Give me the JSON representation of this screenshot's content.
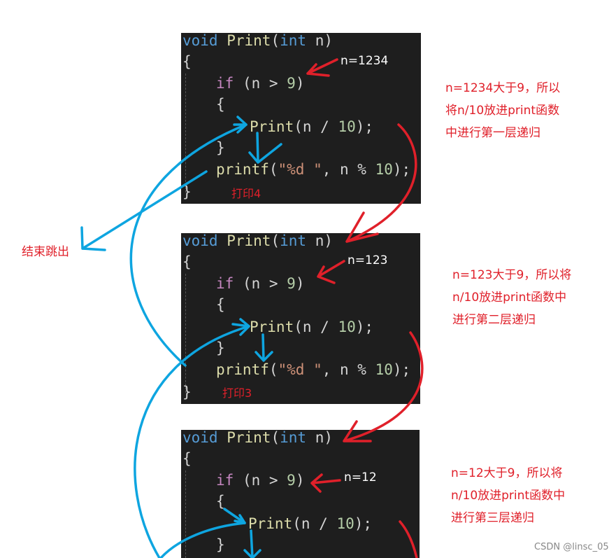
{
  "code": {
    "sig_type": "void",
    "sig_name": "Print",
    "sig_paren_open": "(",
    "sig_param_type": "int",
    "sig_param": " n)",
    "brace_open": "{",
    "if_kw": "if",
    "if_cond": " (n > ",
    "if_num": "9",
    "if_close": ")",
    "inner_open": "{",
    "call_name": "Print",
    "call_args": "(n / ",
    "call_num": "10",
    "call_end": ");",
    "inner_close": "}",
    "printf_name": "printf",
    "printf_paren": "(",
    "printf_str": "\"%d \"",
    "printf_args": ", n % ",
    "printf_num": "10",
    "printf_end": ");",
    "brace_close": "}"
  },
  "blocks": [
    {
      "n_label": "n=1234",
      "print_label": "打印4",
      "note_lines": [
        "n=1234大于9，所以",
        "将n/10放进print函数",
        "中进行第一层递归"
      ]
    },
    {
      "n_label": "n=123",
      "print_label": "打印3",
      "note_lines": [
        "n=123大于9，所以将",
        "n/10放进print函数中",
        "进行第二层递归"
      ]
    },
    {
      "n_label": "n=12",
      "note_lines": [
        "n=12大于9，所以将",
        "n/10放进print函数中",
        "进行第三层递归"
      ]
    }
  ],
  "end_label": "结束跳出",
  "watermark": "CSDN @linsc_05",
  "colors": {
    "code_bg": "#1e1e1e",
    "annotation_red": "#e0202a",
    "flow_blue": "#0ea5e0",
    "keyword": "#569cd6",
    "function": "#dcdcaa",
    "number": "#b5cea8",
    "string": "#ce9178",
    "control": "#c586c0"
  }
}
